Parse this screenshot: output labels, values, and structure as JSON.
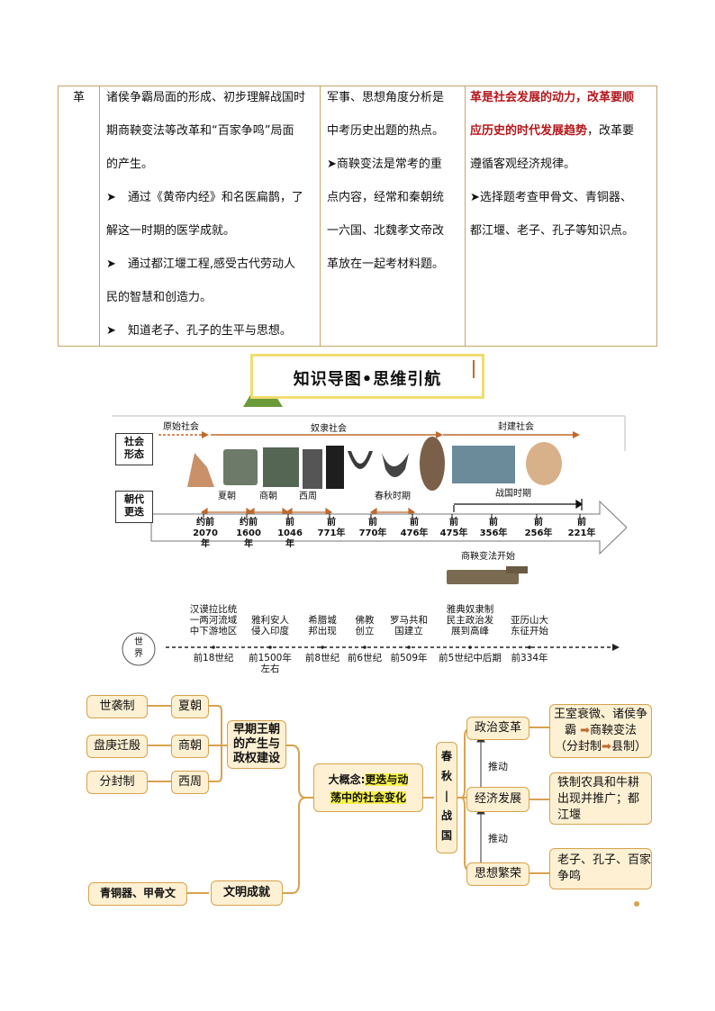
{
  "table": {
    "col1": "革",
    "col2": [
      "诸侯争霸局面的形成、初步理解战国时",
      "期商鞅变法等改革和“百家争鸣”局面",
      "的产生。",
      "➤　通过《黄帝内经》和名医扁鹊，了",
      "解这一时期的医学成就。",
      "➤　通过都江堰工程,感受古代劳动人",
      "民的智慧和创造力。",
      "➤　知道老子、孔子的生平与思想。"
    ],
    "col3": [
      "军事、思想角度分析是",
      "中考历史出题的热点。",
      "➤商鞅变法是常考的重",
      "点内容，经常和秦朝统",
      "一六国、北魏孝文帝改",
      "革放在一起考材料题。"
    ],
    "col4_red1": "革是社会发展的动力，改革要顺",
    "col4_red2": "应历史的时代发展趋势",
    "col4_rest2": "，改革要",
    "col4_lines": [
      "遵循客观经济规律。",
      "➤选择题考查甲骨文、青铜器、",
      "都江堰、老子、孔子等知识点。"
    ]
  },
  "banner": {
    "title": "知识导图•思维引航"
  },
  "timeline": {
    "label_society": "社会形态",
    "label_dynasty": "朝代更迭",
    "label_world": "世界",
    "societies": [
      "原始社会",
      "奴隶社会",
      "封建社会"
    ],
    "dynasties": [
      "夏朝",
      "商朝",
      "西周",
      "春秋时期",
      "战国时期"
    ],
    "years": [
      {
        "top": "约前",
        "bottom": "2070年"
      },
      {
        "top": "约前",
        "bottom": "1600年"
      },
      {
        "top": "前",
        "bottom": "1046年"
      },
      {
        "top": "前",
        "bottom": "771年"
      },
      {
        "top": "前",
        "bottom": "770年"
      },
      {
        "top": "前",
        "bottom": "476年"
      },
      {
        "top": "前",
        "bottom": "475年"
      },
      {
        "top": "前",
        "bottom": "356年"
      },
      {
        "top": "前",
        "bottom": "256年"
      },
      {
        "top": "前",
        "bottom": "221年"
      }
    ],
    "shang_yang": "商鞅变法开始",
    "world_events": [
      {
        "text": [
          "汉谟拉比统",
          "一两河流域",
          "中下游地区"
        ],
        "date": [
          "前18世纪"
        ]
      },
      {
        "text": [
          "雅利安人",
          "侵入印度"
        ],
        "date": [
          "前1500年",
          "左右"
        ]
      },
      {
        "text": [
          "希腊城",
          "邦出现"
        ],
        "date": [
          "前8世纪"
        ]
      },
      {
        "text": [
          "佛教",
          "创立"
        ],
        "date": [
          "前6世纪"
        ]
      },
      {
        "text": [
          "罗马共和",
          "国建立"
        ],
        "date": [
          "前509年"
        ]
      },
      {
        "text": [
          "雅典奴隶制",
          "民主政治发",
          "展到高峰"
        ],
        "date": [
          "前5世纪中后期"
        ]
      },
      {
        "text": [
          "亚历山大",
          "东征开始"
        ],
        "date": [
          "前334年"
        ]
      }
    ]
  },
  "mindmap": {
    "left": [
      "世袭制",
      "盘庚迁殷",
      "分封制"
    ],
    "dynasties": [
      "夏朝",
      "商朝",
      "西周"
    ],
    "early": [
      "早期王朝",
      "的产生与",
      "政权建设"
    ],
    "bronze": "青铜器、甲骨文",
    "civilization": "文明成就",
    "center_prefix": "大概念:",
    "center_hl1": "更迭与动",
    "center_hl2": "荡中的社会变化",
    "period": [
      "春",
      "秋",
      "|",
      "战",
      "国"
    ],
    "branches": [
      "政治变革",
      "经济发展",
      "思想繁荣"
    ],
    "push": "推动",
    "politics_detail": [
      "王室衰微、诸侯争",
      "霸",
      "商鞅变法",
      "（分封制",
      "县制）"
    ],
    "economy_detail": [
      "铁制农具和牛耕",
      "出现并推广；都",
      "江堰"
    ],
    "thought_detail": [
      "老子、孔子、百家",
      "争鸣"
    ]
  },
  "colors": {
    "border": "#c9a467",
    "red": "#b5161b",
    "node_fill": "#fdf0d3",
    "node_border": "#d9a24d",
    "highlight": "#f7f14a",
    "arrow": "#c0692b"
  }
}
